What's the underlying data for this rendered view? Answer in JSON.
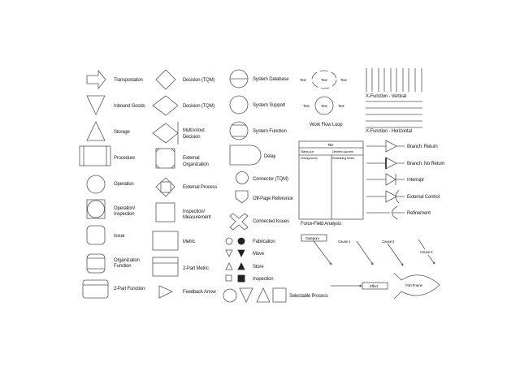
{
  "col1": [
    "Transportation",
    "Inbound Goods",
    "Storage",
    "Procedure",
    "Operation",
    "Operation/",
    "Inspection",
    "Issue",
    "Organization",
    "Function",
    "2-Part Function"
  ],
  "col2": [
    "Decision (TQM)",
    "Decision (TQM)",
    "Multi in/out",
    "Decision",
    "External",
    "Organization",
    "External Process",
    "Inspection/",
    "Measurement",
    "Metric",
    "2-Part Metric",
    "Feedback Arrow"
  ],
  "col3": [
    "System Database",
    "System Support",
    "System Function",
    "Delay",
    "Connector (TQM)",
    "Off-Page Reference",
    "Connected Issues",
    "Fabrication",
    "Move",
    "Store",
    "Inspection",
    "Selectable Process"
  ],
  "loop": {
    "texts": [
      "Text",
      "Text",
      "Text",
      "Text",
      "Text",
      "Text"
    ],
    "label": "Work Flow Loop"
  },
  "xfunc": {
    "vertical": "X-Function - Vertical",
    "horizontal": "X-Function - Horizontal"
  },
  "force": {
    "title": "Title",
    "status": "Status quo",
    "desired": "Desired outcome",
    "driving": "Driving forces",
    "restraining": "Restraining forces",
    "label": "Force-Field Analysis"
  },
  "branch": [
    "Branch: Return",
    "Branch: No Return",
    "Interrupt",
    "External Control",
    "Refinement"
  ],
  "fish": {
    "category": "Category",
    "cause1": "Cause 1",
    "cause2": "Cause 2",
    "cause3": "Cause 3",
    "effect": "Effect",
    "frame": "Fish Frame"
  }
}
